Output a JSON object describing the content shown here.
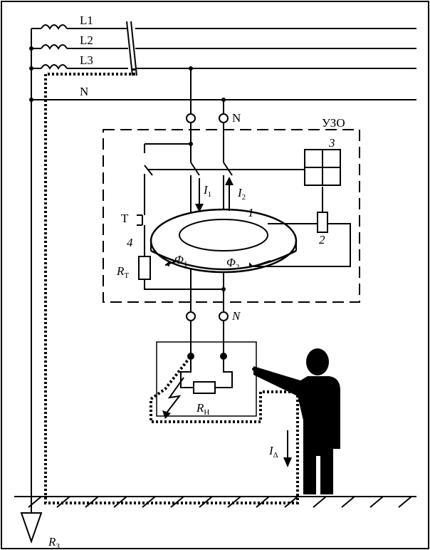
{
  "lines": {
    "l1": "L1",
    "l2": "L2",
    "l3": "L3",
    "n": "N"
  },
  "terminals": {
    "n_top": "N",
    "n_bottom": "N"
  },
  "device": {
    "name": "УЗО"
  },
  "components": {
    "c1": "1",
    "c2": "2",
    "c3": "3",
    "c4": "4",
    "test_button": "T"
  },
  "currents": {
    "i1_main": "I",
    "i1_sub": "1",
    "i2_main": "I",
    "i2_sub": "2",
    "ileak_main": "I",
    "ileak_sub": "Δ"
  },
  "fluxes": {
    "f1_main": "Φ",
    "f1_sub": "1",
    "f2_main": "Φ",
    "f2_sub": "2"
  },
  "resistors": {
    "rt_main": "R",
    "rt_sub": "Т",
    "rn_main": "R",
    "rn_sub": "Н",
    "rz_main": "R",
    "rz_sub": "З"
  }
}
